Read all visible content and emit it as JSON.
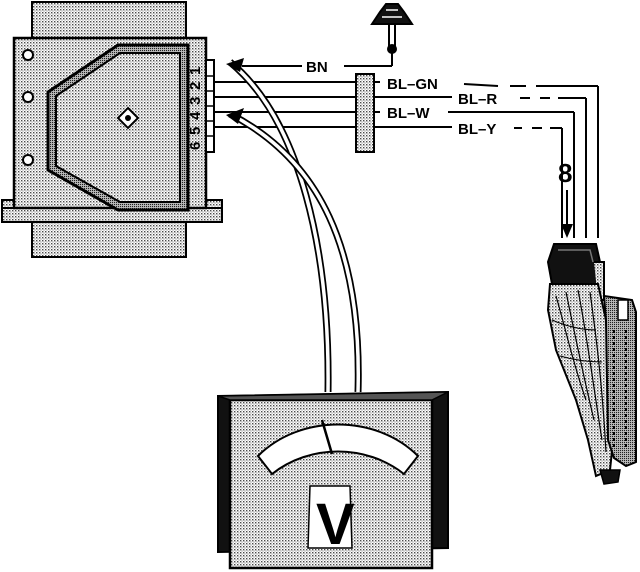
{
  "connector_pins": [
    "6",
    "5",
    "4",
    "3",
    "2",
    "1"
  ],
  "wires": [
    {
      "id": "bn",
      "label": "BN"
    },
    {
      "id": "bl-gn",
      "label": "BL–GN"
    },
    {
      "id": "bl-r",
      "label": "BL–R"
    },
    {
      "id": "bl-w",
      "label": "BL–W"
    },
    {
      "id": "bl-y",
      "label": "BL–Y"
    }
  ],
  "connector_callout": "8",
  "meter_label": "V",
  "icons": {
    "ground": "ground-terminal-icon",
    "meter": "voltmeter-icon",
    "module": "control-module-icon",
    "harness": "wiring-harness-icon"
  },
  "colors": {
    "line": "#000000",
    "fill": "#d4d4d4",
    "background": "#ffffff"
  }
}
